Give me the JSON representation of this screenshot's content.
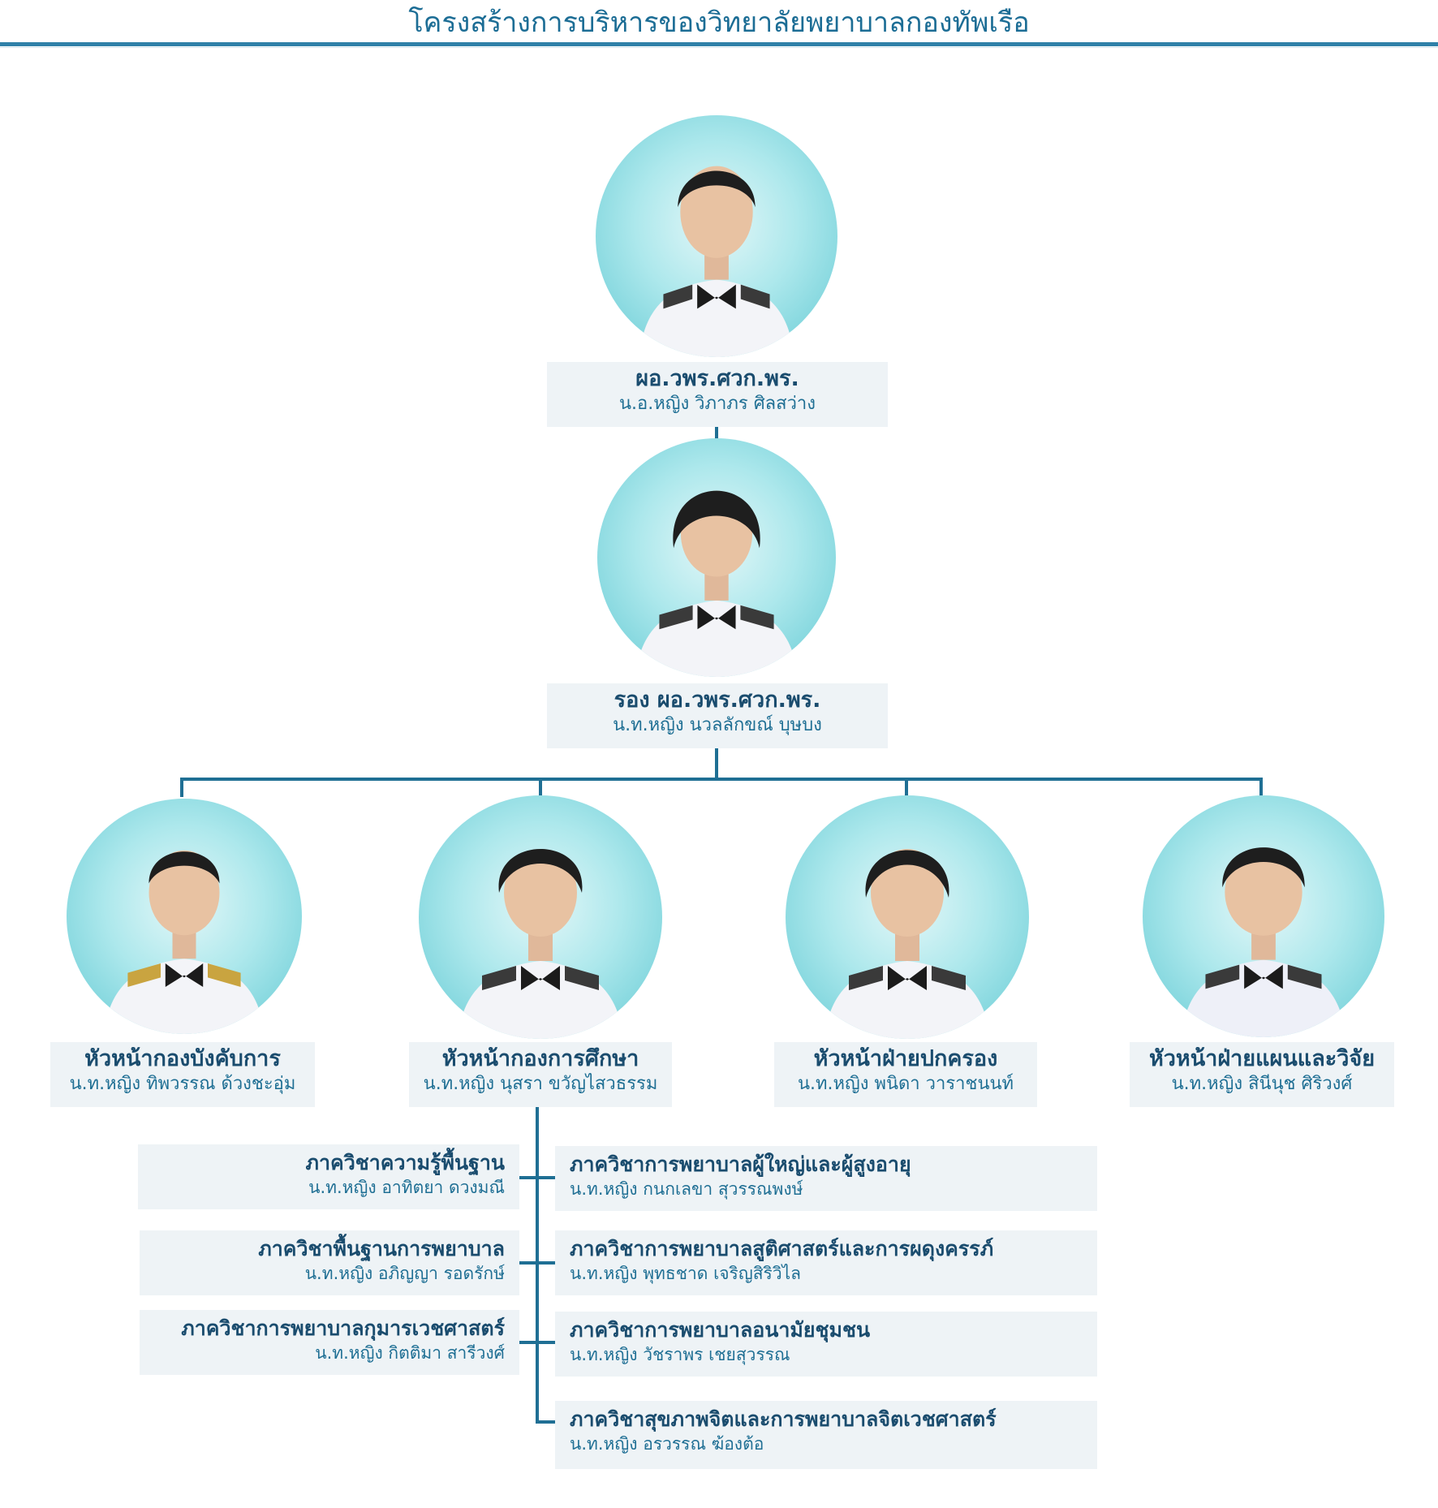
{
  "title": "โครงสร้างการบริหารของวิทยาลัยพยาบาลกองทัพเรือ",
  "colors": {
    "title": "#1c6d95",
    "line": "#1f6f94",
    "box_bg": "#eef3f6",
    "heading": "#1a4c6e",
    "name": "#1f6f94",
    "photo_bg": "#7fd6dd"
  },
  "director": {
    "position": "ผอ.วพร.ศวก.พร.",
    "name": "น.อ.หญิง วิภาภร ศิลสว่าง"
  },
  "deputy": {
    "position": "รอง ผอ.วพร.ศวก.พร.",
    "name": "น.ท.หญิง นวลลักขณ์ บุษบง"
  },
  "heads": [
    {
      "position": "หัวหน้ากองบังคับการ",
      "name": "น.ท.หญิง ทิพวรรณ ด้วงชะอุ่ม"
    },
    {
      "position": "หัวหน้ากองการศึกษา",
      "name": "น.ท.หญิง นุสรา ขวัญไสวธรรม"
    },
    {
      "position": "หัวหน้าฝ่ายปกครอง",
      "name": "น.ท.หญิง พนิดา วาราชนนท์"
    },
    {
      "position": "หัวหน้าฝ่ายแผนและวิจัย",
      "name": "น.ท.หญิง สินีนุช  ศิริวงศ์"
    }
  ],
  "departments_left": [
    {
      "title": "ภาควิชาความรู้พื้นฐาน",
      "name": "น.ท.หญิง อาทิตยา ดวงมณี"
    },
    {
      "title": "ภาควิชาพื้นฐานการพยาบาล",
      "name": "น.ท.หญิง อภิญญา รอดรักษ์"
    },
    {
      "title": "ภาควิชาการพยาบาลกุมารเวชศาสตร์",
      "name": "น.ท.หญิง กิตติมา สารีวงศ์"
    }
  ],
  "departments_right": [
    {
      "title": "ภาควิชาการพยาบาลผู้ใหญ่และผู้สูงอายุ",
      "name": "น.ท.หญิง กนกเลขา สุวรรณพงษ์"
    },
    {
      "title": "ภาควิชาการพยาบาลสูติศาสตร์และการผดุงครรภ์",
      "name": "น.ท.หญิง พุทธชาด เจริญสิริวิไล"
    },
    {
      "title": "ภาควิชาการพยาบาลอนามัยชุมชน",
      "name": "น.ท.หญิง วัชราพร เชยสุวรรณ"
    },
    {
      "title": "ภาควิชาสุขภาพจิตและการพยาบาลจิตเวชศาสตร์",
      "name": "น.ท.หญิง อรวรรณ ฆ้องต้อ"
    }
  ]
}
